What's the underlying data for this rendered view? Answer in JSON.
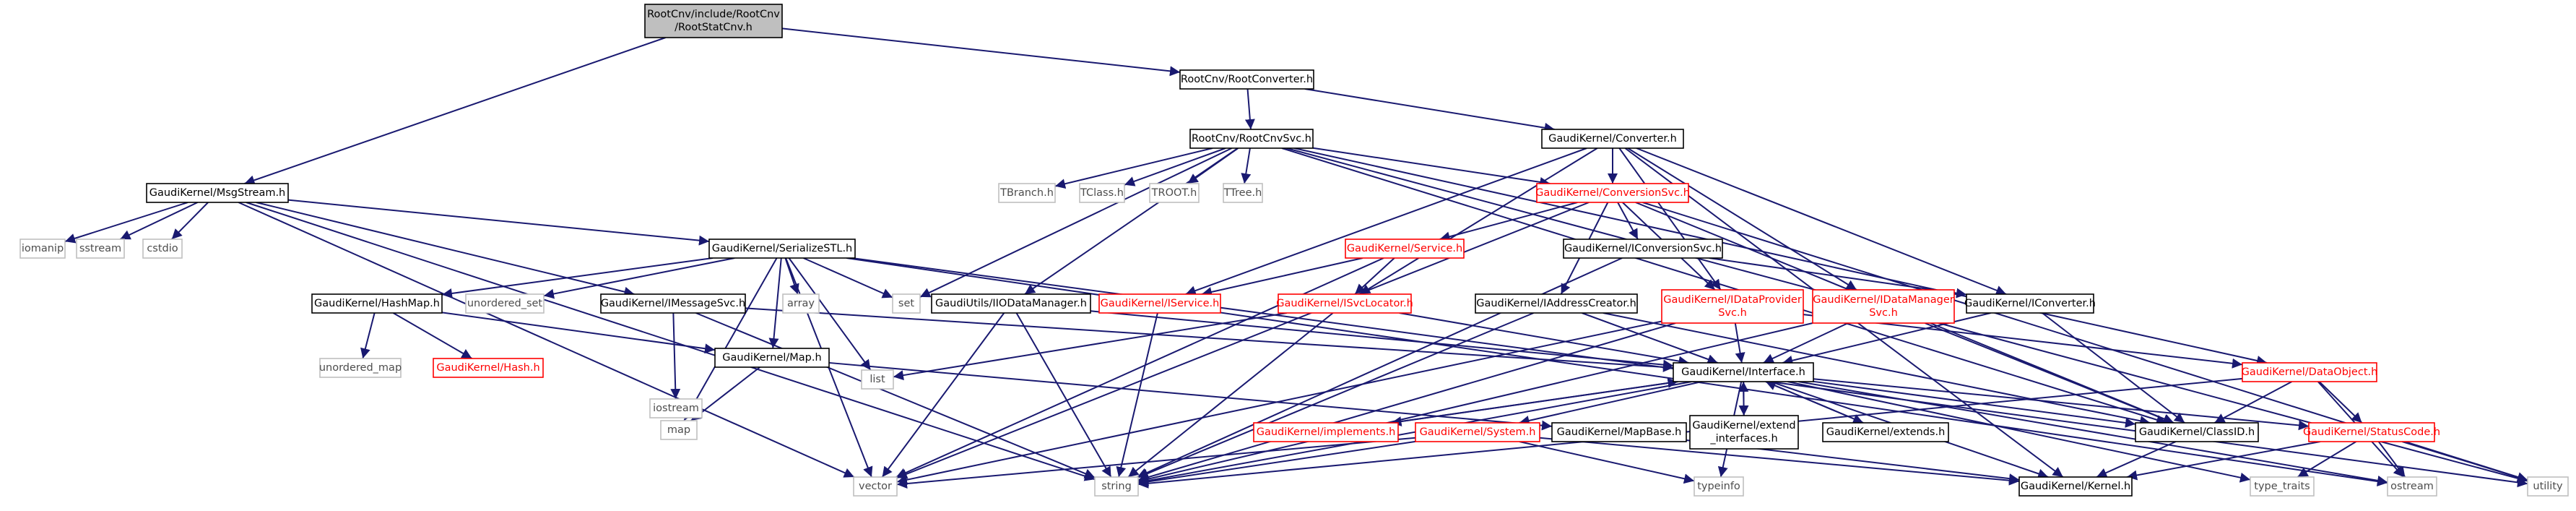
{
  "colors": {
    "edge": "#191970",
    "root_fill": "#bfbfbf",
    "box_border_black": "#000000",
    "box_border_red": "#ff0000",
    "box_border_grey": "#bfbfbf",
    "label_black": "#000000",
    "label_red": "#ff0000",
    "label_grey": "#4d4d4d"
  },
  "nodes": {
    "root": {
      "lines": [
        "RootCnv/include/RootCnv",
        "/RootStatCnv.h"
      ],
      "kind": "root"
    },
    "rootconverter": {
      "lines": [
        "RootCnv/RootConverter.h"
      ],
      "kind": "normal"
    },
    "msgstream": {
      "lines": [
        "GaudiKernel/MsgStream.h"
      ],
      "kind": "normal"
    },
    "rootcnvsvc": {
      "lines": [
        "RootCnv/RootCnvSvc.h"
      ],
      "kind": "normal"
    },
    "converter": {
      "lines": [
        "GaudiKernel/Converter.h"
      ],
      "kind": "normal"
    },
    "iomanip": {
      "lines": [
        "iomanip"
      ],
      "kind": "external"
    },
    "sstream": {
      "lines": [
        "sstream"
      ],
      "kind": "external"
    },
    "cstdio": {
      "lines": [
        "cstdio"
      ],
      "kind": "external"
    },
    "serializestl": {
      "lines": [
        "GaudiKernel/SerializeSTL.h"
      ],
      "kind": "normal"
    },
    "tbranch": {
      "lines": [
        "TBranch.h"
      ],
      "kind": "external"
    },
    "tclass": {
      "lines": [
        "TClass.h"
      ],
      "kind": "external"
    },
    "troot": {
      "lines": [
        "TROOT.h"
      ],
      "kind": "external"
    },
    "ttree": {
      "lines": [
        "TTree.h"
      ],
      "kind": "external"
    },
    "conversionsvc": {
      "lines": [
        "GaudiKernel/ConversionSvc.h"
      ],
      "kind": "red"
    },
    "service": {
      "lines": [
        "GaudiKernel/Service.h"
      ],
      "kind": "red"
    },
    "iconversionsvc": {
      "lines": [
        "GaudiKernel/IConversionSvc.h"
      ],
      "kind": "normal"
    },
    "hashmap": {
      "lines": [
        "GaudiKernel/HashMap.h"
      ],
      "kind": "normal"
    },
    "unordered_set": {
      "lines": [
        "unordered_set"
      ],
      "kind": "external"
    },
    "imessagesvc": {
      "lines": [
        "GaudiKernel/IMessageSvc.h"
      ],
      "kind": "normal"
    },
    "array": {
      "lines": [
        "array"
      ],
      "kind": "external"
    },
    "set": {
      "lines": [
        "set"
      ],
      "kind": "external"
    },
    "iodatamanager": {
      "lines": [
        "GaudiUtils/IIODataManager.h"
      ],
      "kind": "normal"
    },
    "iservice": {
      "lines": [
        "GaudiKernel/IService.h"
      ],
      "kind": "red"
    },
    "isvclocator": {
      "lines": [
        "GaudiKernel/ISvcLocator.h"
      ],
      "kind": "red"
    },
    "iaddresscreator": {
      "lines": [
        "GaudiKernel/IAddressCreator.h"
      ],
      "kind": "normal"
    },
    "idataprovidersvc": {
      "lines": [
        "GaudiKernel/IDataProvider",
        "Svc.h"
      ],
      "kind": "red"
    },
    "idatamanagersvc": {
      "lines": [
        "GaudiKernel/IDataManager",
        "Svc.h"
      ],
      "kind": "red"
    },
    "iconverter": {
      "lines": [
        "GaudiKernel/IConverter.h"
      ],
      "kind": "normal"
    },
    "unordered_map": {
      "lines": [
        "unordered_map"
      ],
      "kind": "external"
    },
    "hash": {
      "lines": [
        "GaudiKernel/Hash.h"
      ],
      "kind": "red"
    },
    "iostream": {
      "lines": [
        "iostream"
      ],
      "kind": "external"
    },
    "map_h": {
      "lines": [
        "GaudiKernel/Map.h"
      ],
      "kind": "normal"
    },
    "list": {
      "lines": [
        "list"
      ],
      "kind": "external"
    },
    "interface": {
      "lines": [
        "GaudiKernel/Interface.h"
      ],
      "kind": "normal"
    },
    "dataobject": {
      "lines": [
        "GaudiKernel/DataObject.h"
      ],
      "kind": "red"
    },
    "map": {
      "lines": [
        "map"
      ],
      "kind": "external"
    },
    "implements": {
      "lines": [
        "GaudiKernel/implements.h"
      ],
      "kind": "red"
    },
    "system": {
      "lines": [
        "GaudiKernel/System.h"
      ],
      "kind": "red"
    },
    "mapbase": {
      "lines": [
        "GaudiKernel/MapBase.h"
      ],
      "kind": "normal"
    },
    "extend_interfaces": {
      "lines": [
        "GaudiKernel/extend",
        "_interfaces.h"
      ],
      "kind": "normal"
    },
    "extends": {
      "lines": [
        "GaudiKernel/extends.h"
      ],
      "kind": "normal"
    },
    "classid": {
      "lines": [
        "GaudiKernel/ClassID.h"
      ],
      "kind": "normal"
    },
    "statuscode": {
      "lines": [
        "GaudiKernel/StatusCode.h"
      ],
      "kind": "red"
    },
    "vector": {
      "lines": [
        "vector"
      ],
      "kind": "external"
    },
    "string": {
      "lines": [
        "string"
      ],
      "kind": "external"
    },
    "typeinfo": {
      "lines": [
        "typeinfo"
      ],
      "kind": "external"
    },
    "kernel": {
      "lines": [
        "GaudiKernel/Kernel.h"
      ],
      "kind": "normal"
    },
    "type_traits": {
      "lines": [
        "type_traits"
      ],
      "kind": "external"
    },
    "ostream": {
      "lines": [
        "ostream"
      ],
      "kind": "external"
    },
    "utility": {
      "lines": [
        "utility"
      ],
      "kind": "external"
    }
  },
  "edges": [
    [
      "root",
      "rootconverter"
    ],
    [
      "root",
      "msgstream"
    ],
    [
      "rootconverter",
      "rootcnvsvc"
    ],
    [
      "rootconverter",
      "converter"
    ],
    [
      "msgstream",
      "iomanip"
    ],
    [
      "msgstream",
      "sstream"
    ],
    [
      "msgstream",
      "cstdio"
    ],
    [
      "msgstream",
      "serializestl"
    ],
    [
      "msgstream",
      "imessagesvc"
    ],
    [
      "msgstream",
      "string"
    ],
    [
      "msgstream",
      "vector"
    ],
    [
      "rootcnvsvc",
      "tbranch"
    ],
    [
      "rootcnvsvc",
      "tclass"
    ],
    [
      "rootcnvsvc",
      "troot"
    ],
    [
      "rootcnvsvc",
      "ttree"
    ],
    [
      "rootcnvsvc",
      "conversionsvc"
    ],
    [
      "rootcnvsvc",
      "iodatamanager"
    ],
    [
      "rootcnvsvc",
      "set"
    ],
    [
      "rootcnvsvc",
      "classid"
    ],
    [
      "rootcnvsvc",
      "dataobject"
    ],
    [
      "rootcnvsvc",
      "utility"
    ],
    [
      "converter",
      "conversionsvc"
    ],
    [
      "converter",
      "iconverter"
    ],
    [
      "converter",
      "iservice"
    ],
    [
      "converter",
      "isvclocator"
    ],
    [
      "converter",
      "idataprovidersvc"
    ],
    [
      "converter",
      "idatamanagersvc"
    ],
    [
      "converter",
      "kernel"
    ],
    [
      "conversionsvc",
      "service"
    ],
    [
      "conversionsvc",
      "iconversionsvc"
    ],
    [
      "conversionsvc",
      "iaddresscreator"
    ],
    [
      "conversionsvc",
      "idataprovidersvc"
    ],
    [
      "conversionsvc",
      "vector"
    ],
    [
      "conversionsvc",
      "utility"
    ],
    [
      "conversionsvc",
      "classid"
    ],
    [
      "service",
      "iservice"
    ],
    [
      "service",
      "isvclocator"
    ],
    [
      "service",
      "vector"
    ],
    [
      "iconversionsvc",
      "iconverter"
    ],
    [
      "iconversionsvc",
      "string"
    ],
    [
      "serializestl",
      "hashmap"
    ],
    [
      "serializestl",
      "unordered_set"
    ],
    [
      "serializestl",
      "array"
    ],
    [
      "serializestl",
      "set"
    ],
    [
      "serializestl",
      "map"
    ],
    [
      "serializestl",
      "map_h"
    ],
    [
      "serializestl",
      "list"
    ],
    [
      "serializestl",
      "vector"
    ],
    [
      "serializestl",
      "ostream"
    ],
    [
      "serializestl",
      "utility"
    ],
    [
      "hashmap",
      "unordered_map"
    ],
    [
      "hashmap",
      "hash"
    ],
    [
      "hashmap",
      "map_h"
    ],
    [
      "imessagesvc",
      "iostream"
    ],
    [
      "imessagesvc",
      "string"
    ],
    [
      "imessagesvc",
      "interface"
    ],
    [
      "iodatamanager",
      "vector"
    ],
    [
      "iodatamanager",
      "string"
    ],
    [
      "iodatamanager",
      "interface"
    ],
    [
      "iservice",
      "string"
    ],
    [
      "isvclocator",
      "list"
    ],
    [
      "isvclocator",
      "string"
    ],
    [
      "isvclocator",
      "interface"
    ],
    [
      "iaddresscreator",
      "interface"
    ],
    [
      "iaddresscreator",
      "classid"
    ],
    [
      "iaddresscreator",
      "string"
    ],
    [
      "idataprovidersvc",
      "interface"
    ],
    [
      "idataprovidersvc",
      "dataobject"
    ],
    [
      "idataprovidersvc",
      "string"
    ],
    [
      "idataprovidersvc",
      "vector"
    ],
    [
      "idatamanagersvc",
      "interface"
    ],
    [
      "idatamanagersvc",
      "classid"
    ],
    [
      "idatamanagersvc",
      "string"
    ],
    [
      "iconverter",
      "interface"
    ],
    [
      "iconverter",
      "classid"
    ],
    [
      "map_h",
      "map"
    ],
    [
      "map_h",
      "mapbase"
    ],
    [
      "interface",
      "implements"
    ],
    [
      "interface",
      "system"
    ],
    [
      "interface",
      "extend_interfaces"
    ],
    [
      "interface",
      "extends"
    ],
    [
      "interface",
      "classid"
    ],
    [
      "interface",
      "statuscode"
    ],
    [
      "interface",
      "kernel"
    ],
    [
      "interface",
      "typeinfo"
    ],
    [
      "interface",
      "ostream"
    ],
    [
      "interface",
      "type_traits"
    ],
    [
      "interface",
      "string"
    ],
    [
      "implements",
      "interface"
    ],
    [
      "extend_interfaces",
      "interface"
    ],
    [
      "extends",
      "interface"
    ],
    [
      "system",
      "kernel"
    ],
    [
      "system",
      "string"
    ],
    [
      "system",
      "vector"
    ],
    [
      "system",
      "typeinfo"
    ],
    [
      "mapbase",
      "kernel"
    ],
    [
      "dataobject",
      "classid"
    ],
    [
      "dataobject",
      "statuscode"
    ],
    [
      "dataobject",
      "ostream"
    ],
    [
      "dataobject",
      "string"
    ],
    [
      "classid",
      "kernel"
    ],
    [
      "statuscode",
      "kernel"
    ],
    [
      "statuscode",
      "ostream"
    ],
    [
      "statuscode",
      "utility"
    ],
    [
      "statuscode",
      "type_traits"
    ]
  ]
}
